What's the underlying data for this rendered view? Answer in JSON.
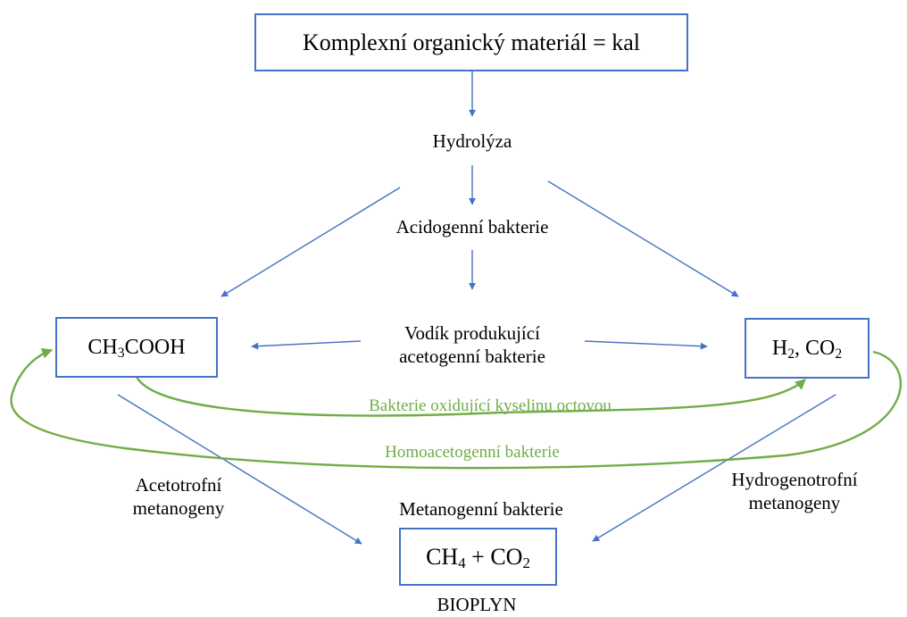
{
  "colors": {
    "box_border": "#4472c4",
    "arrow_blue": "#4472c4",
    "arrow_green": "#70ad47",
    "label_green": "#70ad47",
    "text": "#000000"
  },
  "nodes": {
    "top_box": "Komplexní organický materiál = kal",
    "acetic_acid_box": {
      "prefix": "CH",
      "sub1": "3",
      "suffix": "COOH"
    },
    "hydrogen_box": {
      "a": "H",
      "sub1": "2",
      "mid": ", CO",
      "sub2": "2"
    },
    "methane_box": {
      "a": "CH",
      "sub1": "4",
      "mid": " + CO",
      "sub2": "2"
    }
  },
  "labels": {
    "hydrolysis": "Hydrolýza",
    "acidogenic": "Acidogenní bakterie",
    "hydrogen_producing_line1": "Vodík produkující",
    "hydrogen_producing_line2": "acetogenní bakterie",
    "acetic_oxidizing": "Bakterie oxidující kyselinu octovou",
    "homoacetogenic": "Homoacetogenní bakterie",
    "acetotrophic_line1": "Acetotrofní",
    "acetotrophic_line2": "metanogeny",
    "methanogenic": "Metanogenní bakterie",
    "hydrogenotrophic_line1": "Hydrogenotrofní",
    "hydrogenotrophic_line2": "metanogeny",
    "biogas": "BIOPLYN"
  }
}
